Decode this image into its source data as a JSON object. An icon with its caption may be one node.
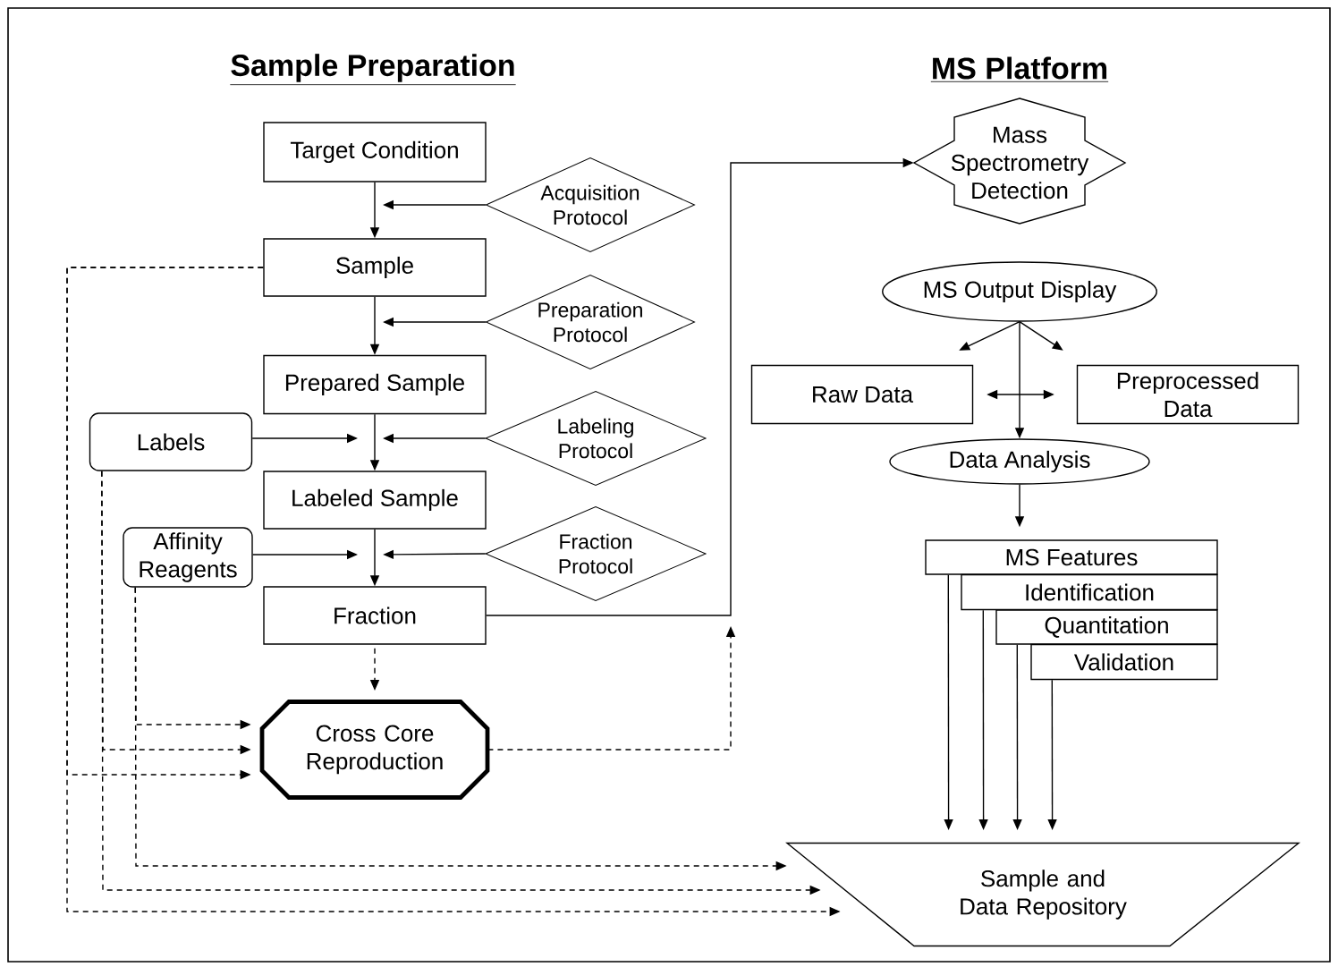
{
  "diagram": {
    "nodes": [
      {
        "text": [
          "Target Condition"
        ]
      },
      {
        "text": [
          "Acquisition Protocol"
        ]
      },
      {
        "text": [
          "Sample"
        ]
      },
      {
        "text": [
          "Preparation Protocol"
        ]
      },
      {
        "text": [
          "Prepared Sample"
        ]
      },
      {
        "text": [
          "Labels"
        ]
      },
      {
        "text": [
          "Labeling Protocol"
        ]
      },
      {
        "text": [
          "Labeled Sample"
        ]
      },
      {
        "text": [
          "Affinity Reagents"
        ]
      },
      {
        "text": [
          "Fraction Protocol"
        ]
      },
      {
        "text": [
          "Fraction"
        ]
      },
      {
        "text": [
          "Cross Core Reproduction"
        ]
      },
      {
        "text": [
          "Mass Spectrometry Detection"
        ]
      },
      {
        "text": [
          "MS Output Display"
        ]
      },
      {
        "text": [
          "Raw Data"
        ]
      },
      {
        "text": [
          "Preprocessed Data"
        ]
      },
      {
        "text": [
          "Data Analysis"
        ]
      },
      {
        "text": [
          "MS Features"
        ]
      },
      {
        "text": [
          "Identification"
        ]
      },
      {
        "text": [
          "Quantitation"
        ]
      },
      {
        "text": [
          "Validation"
        ]
      },
      {
        "text": [
          "Sample and Data Repository"
        ]
      }
    ],
    "edges": [
      {
        "from": 0,
        "to": 2,
        "arrow": "to"
      },
      {
        "from": 1,
        "to": null,
        "arrow": "to"
      },
      {
        "from": 2,
        "to": 4,
        "arrow": "to"
      },
      {
        "from": 3,
        "to": null,
        "arrow": "to"
      },
      {
        "from": 4,
        "to": 7,
        "arrow": "to"
      },
      {
        "from": 5,
        "to": null,
        "arrow": "to"
      },
      {
        "from": 6,
        "to": null,
        "arrow": "to"
      },
      {
        "from": 7,
        "to": 10,
        "arrow": "to"
      },
      {
        "from": 8,
        "to": null,
        "arrow": "to"
      },
      {
        "from": 9,
        "to": null,
        "arrow": "to"
      },
      {
        "from": 10,
        "to": 12,
        "arrow": "to"
      },
      {
        "from": 10,
        "to": 11,
        "arrow": "to",
        "style": "dashed"
      },
      {
        "from": 11,
        "to": null,
        "arrow": "to",
        "style": "dashed"
      },
      {
        "from": 2,
        "to": 11,
        "arrow": "to",
        "style": "dashed"
      },
      {
        "from": 2,
        "to": 21,
        "arrow": "to",
        "style": "dashed"
      },
      {
        "from": 5,
        "to": 11,
        "arrow": "to",
        "style": "dashed"
      },
      {
        "from": 5,
        "to": 21,
        "arrow": "to",
        "style": "dashed"
      },
      {
        "from": 8,
        "to": 11,
        "arrow": "to",
        "style": "dashed"
      },
      {
        "from": 8,
        "to": 21,
        "arrow": "to",
        "style": "dashed"
      },
      {
        "from": 13,
        "to": 14,
        "arrow": "to"
      },
      {
        "from": 13,
        "to": 15,
        "arrow": "to"
      },
      {
        "from": 13,
        "to": 16,
        "arrow": "to"
      },
      {
        "from": 14,
        "to": 15,
        "arrow": "both"
      },
      {
        "from": 16,
        "to": 17,
        "arrow": "to"
      },
      {
        "from": 17,
        "to": 21,
        "arrow": "to"
      },
      {
        "from": 18,
        "to": 21,
        "arrow": "to"
      },
      {
        "from": 19,
        "to": 21,
        "arrow": "to"
      },
      {
        "from": 20,
        "to": 21,
        "arrow": "to"
      }
    ],
    "labels": [
      "Sample Preparation",
      "MS Platform"
    ]
  }
}
